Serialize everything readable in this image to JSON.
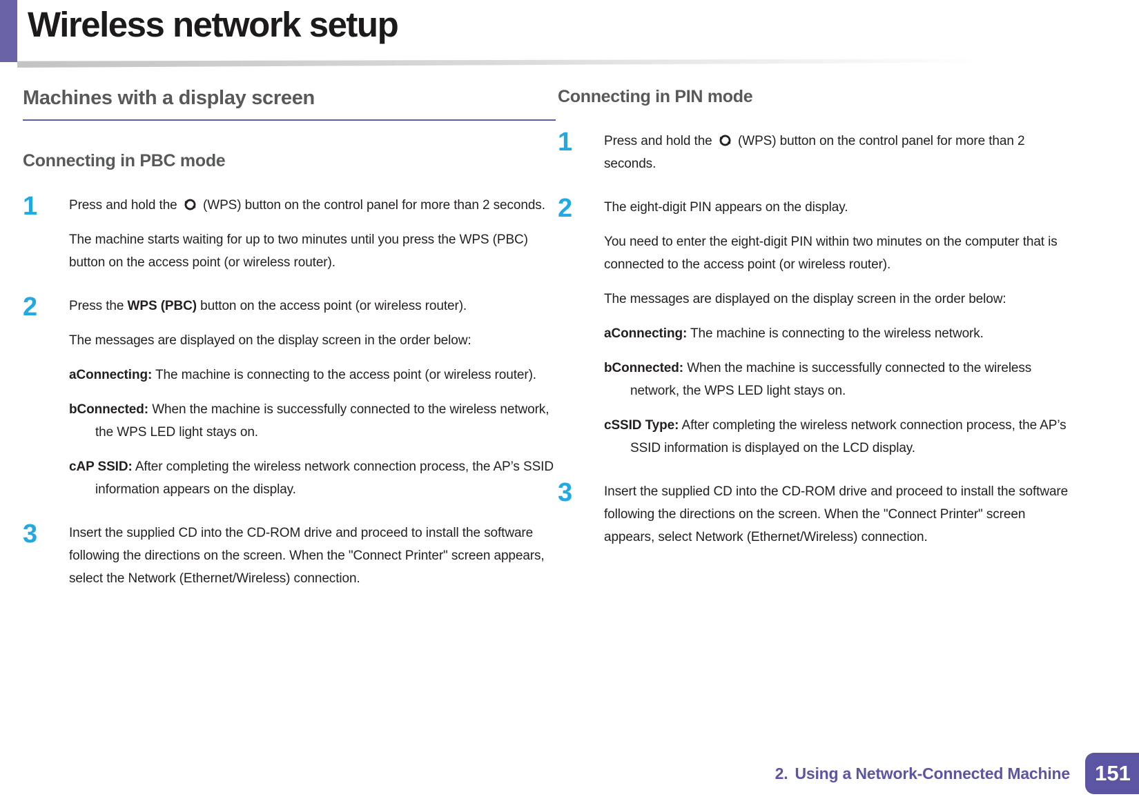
{
  "page": {
    "title": "Wireless network setup",
    "colors": {
      "accent_purple": "#6A63A8",
      "heading_gray": "#58595B",
      "rule_purple": "#5B5EA6",
      "step_cyan": "#21A9E1",
      "body_text": "#231F20",
      "footer_purple": "#5C55A3"
    }
  },
  "icons": {
    "wps": "wps-icon"
  },
  "left": {
    "section_title": "Machines with a display screen",
    "subsection_title": "Connecting in PBC mode",
    "steps": {
      "s1": {
        "number": "1",
        "lead_pre": "Press and hold the",
        "lead_post": "(WPS) button on the control panel for more than 2 seconds.",
        "para1": "The machine starts waiting for up to two minutes until you press the WPS (PBC) button on the access point (or wireless router)."
      },
      "s2": {
        "number": "2",
        "lead_pre": "Press the",
        "lead_bold": "WPS (PBC)",
        "lead_post": "button on the access point (or wireless router).",
        "para1": "The messages are displayed on the display screen in the order below:",
        "item_a_bold": "aConnecting:",
        "item_a_text": "The machine is connecting to the access point (or wireless router).",
        "item_b_bold": "bConnected:",
        "item_b_text": "When the machine is successfully connected to the wireless network, the WPS LED light stays on.",
        "item_c_bold": "cAP SSID:",
        "item_c_text": "After completing the wireless network connection process, the AP’s SSID information appears on the display."
      },
      "s3": {
        "number": "3",
        "lead": "Insert the supplied CD into the CD-ROM drive and proceed to install the software following the directions on the screen. When the \"Connect Printer\" screen appears, select the Network (Ethernet/Wireless) connection."
      }
    }
  },
  "right": {
    "subsection_title": "Connecting in PIN mode",
    "steps": {
      "s1": {
        "number": "1",
        "lead_pre": "Press and hold the",
        "lead_post": "(WPS) button on the control panel for more than 2 seconds."
      },
      "s2": {
        "number": "2",
        "lead": "The eight-digit PIN appears on the display.",
        "para1": "You need to enter the eight-digit PIN within two minutes on the computer that is connected to the access point (or wireless router).",
        "para2": "The messages are displayed on the display screen in the order below:",
        "item_a_bold": "aConnecting:",
        "item_a_text": "The machine is connecting to the wireless network.",
        "item_b_bold": "bConnected:",
        "item_b_text": "When the machine is successfully connected to the wireless network, the WPS LED light stays on.",
        "item_c_bold": "cSSID Type:",
        "item_c_text": "After completing the wireless network connection process, the AP’s SSID information is displayed on the LCD display.",
        "number_note": ""
      },
      "s3": {
        "number": "3",
        "lead": "Insert the supplied CD into the CD-ROM drive and proceed to install the software following the directions on the screen. When the \"Connect Printer\" screen appears, select Network (Ethernet/Wireless) connection."
      }
    }
  },
  "footer": {
    "chapter_num": "2.",
    "chapter_title": "Using a Network-Connected Machine",
    "page_number": "151"
  }
}
